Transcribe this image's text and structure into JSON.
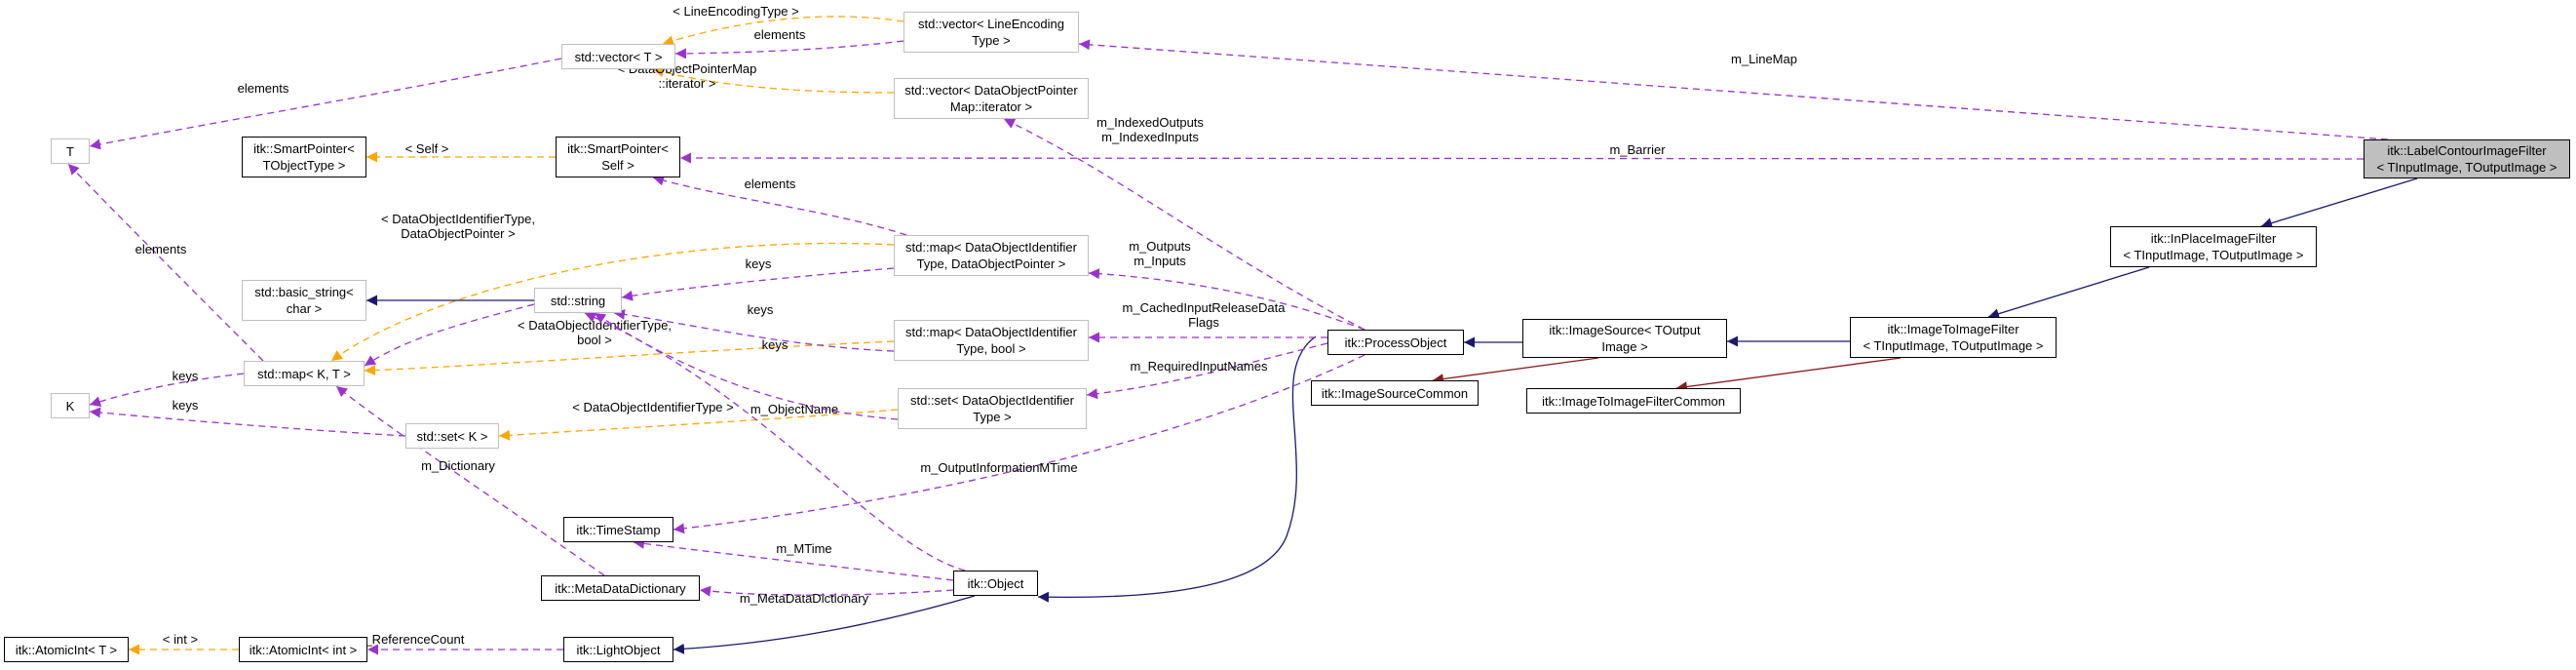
{
  "colors": {
    "inheritance": "#191970",
    "usage": "#9a32cd",
    "template": "#ffa500",
    "private_inheritance": "#8b1a1a",
    "focus_fill": "#bfbfbf",
    "grey_border": "#bfbfbf"
  },
  "nodes": {
    "label_contour": "itk::LabelContourImageFilter\n< TInputImage, TOutputImage >",
    "inplace_filter": "itk::InPlaceImageFilter\n< TInputImage, TOutputImage >",
    "image_to_image_filter": "itk::ImageToImageFilter\n< TInputImage, TOutputImage >",
    "image_to_image_filter_common": "itk::ImageToImageFilterCommon",
    "image_source": "itk::ImageSource< TOutput\nImage >",
    "image_source_common": "itk::ImageSourceCommon",
    "process_object": "itk::ProcessObject",
    "object": "itk::Object",
    "light_object": "itk::LightObject",
    "atomic_int_int": "itk::AtomicInt< int >",
    "atomic_int_t": "itk::AtomicInt< T >",
    "meta_data_dictionary": "itk::MetaDataDictionary",
    "time_stamp": "itk::TimeStamp",
    "smart_pointer_self": "itk::SmartPointer<\nSelf >",
    "smart_pointer_tobject": "itk::SmartPointer<\nTObjectType >",
    "t": "T",
    "k": "K",
    "vector_t": "std::vector< T >",
    "vector_line_encoding": "std::vector< LineEncoding\nType >",
    "vector_dop_iterator": "std::vector< DataObjectPointer\nMap::iterator >",
    "map_doi_dop": "std::map< DataObjectIdentifier\nType, DataObjectPointer >",
    "map_doi_bool": "std::map< DataObjectIdentifier\nType, bool >",
    "set_doi": "std::set< DataObjectIdentifier\nType >",
    "string": "std::string",
    "basic_string": "std::basic_string<\nchar >",
    "map_k_t": "std::map< K, T >",
    "set_k": "std::set< K >"
  },
  "edge_labels": {
    "line_map": "m_LineMap",
    "barrier": "m_Barrier",
    "line_encoding_type": "< LineEncodingType >",
    "elements_vec": "elements",
    "dop_map_iterator": "< DataObjectPointerMap\n::iterator >",
    "elements_t": "elements",
    "self": "< Self >",
    "elements_sp": "elements",
    "indexed": "m_IndexedOutputs\nm_IndexedInputs",
    "doi_dop": "< DataObjectIdentifierType,\nDataObjectPointer >",
    "keys_string_1": "keys",
    "outputs_inputs": "m_Outputs\nm_Inputs",
    "elements_left": "elements",
    "keys_string_2": "keys",
    "cached_input": "m_CachedInputReleaseData\nFlags",
    "doi_bool": "< DataObjectIdentifierType,\nbool >",
    "keys_string_3": "keys",
    "required_names": "m_RequiredInputNames",
    "keys_k1": "keys",
    "keys_k2": "keys",
    "doi_type": "< DataObjectIdentifierType >",
    "object_name": "m_ObjectName",
    "dictionary": "m_Dictionary",
    "output_info_mtime": "m_OutputInformationMTime",
    "mtime": "m_MTime",
    "meta_data_dictionary": "m_MetaDataDictionary",
    "int_template": "< int >",
    "reference_count": "m_ReferenceCount"
  }
}
